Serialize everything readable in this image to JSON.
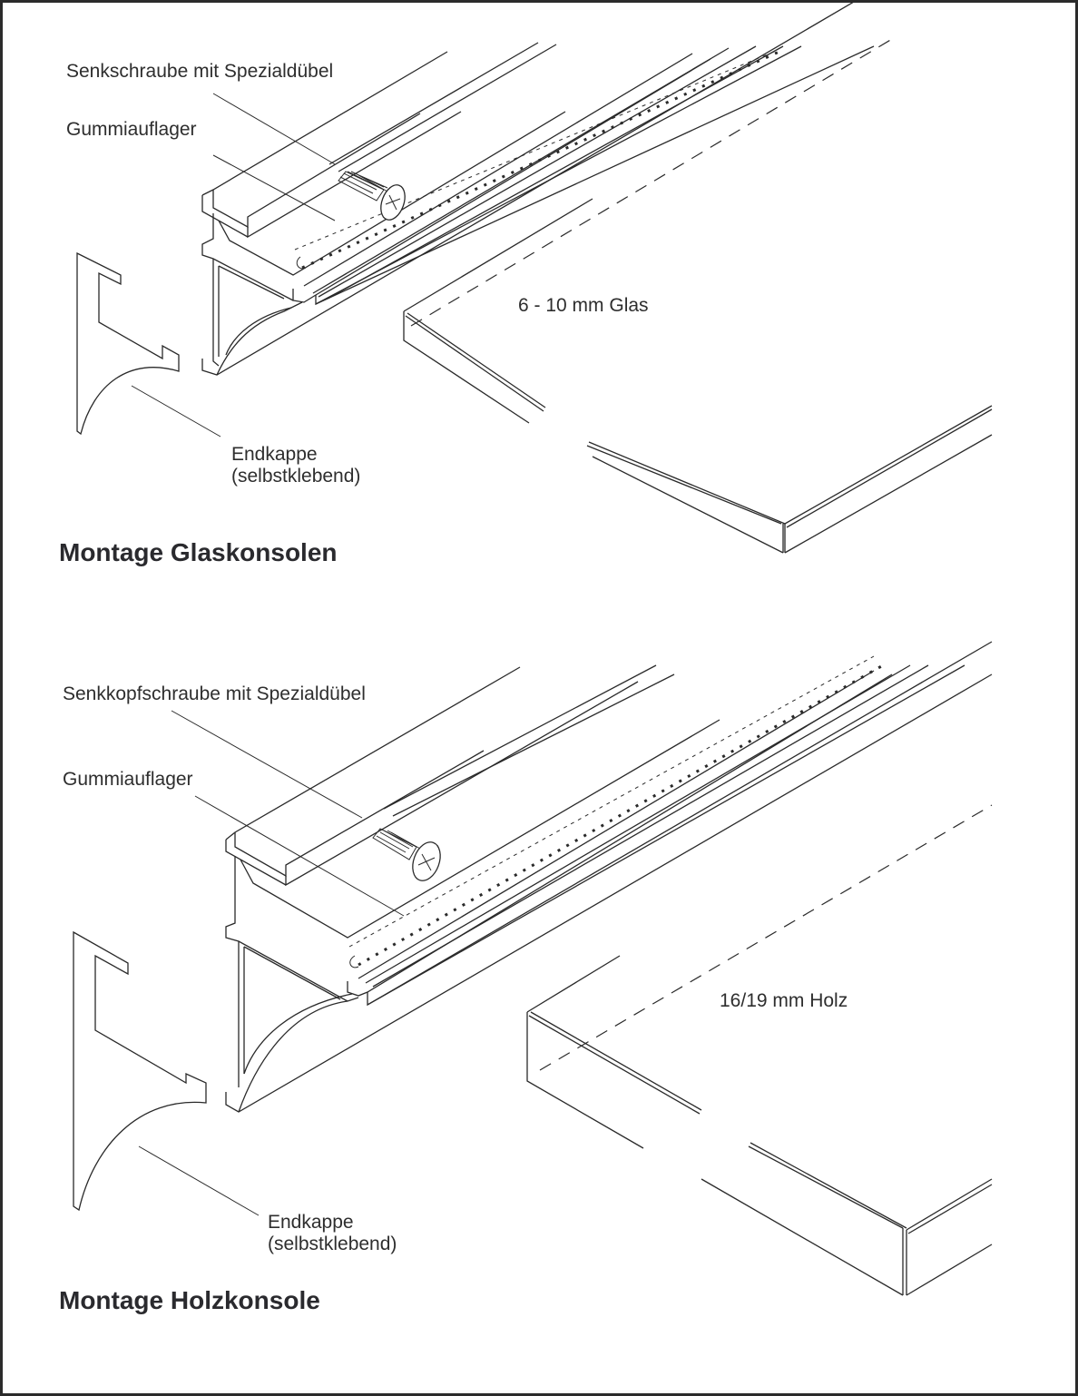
{
  "sections": [
    {
      "title": "Montage Glaskonsolen",
      "labels": {
        "screw": "Senkschraube mit Spezialdübel",
        "rubber_pad": "Gummiauflager",
        "end_cap_line1": "Endkappe",
        "end_cap_line2": "(selbstklebend)",
        "shelf": "6 - 10 mm Glas"
      }
    },
    {
      "title": "Montage Holzkonsole",
      "labels": {
        "screw": "Senkkopfschraube mit Spezialdübel",
        "rubber_pad": "Gummiauflager",
        "end_cap_line1": "Endkappe",
        "end_cap_line2": "(selbstklebend)",
        "shelf": "16/19 mm Holz"
      }
    }
  ]
}
